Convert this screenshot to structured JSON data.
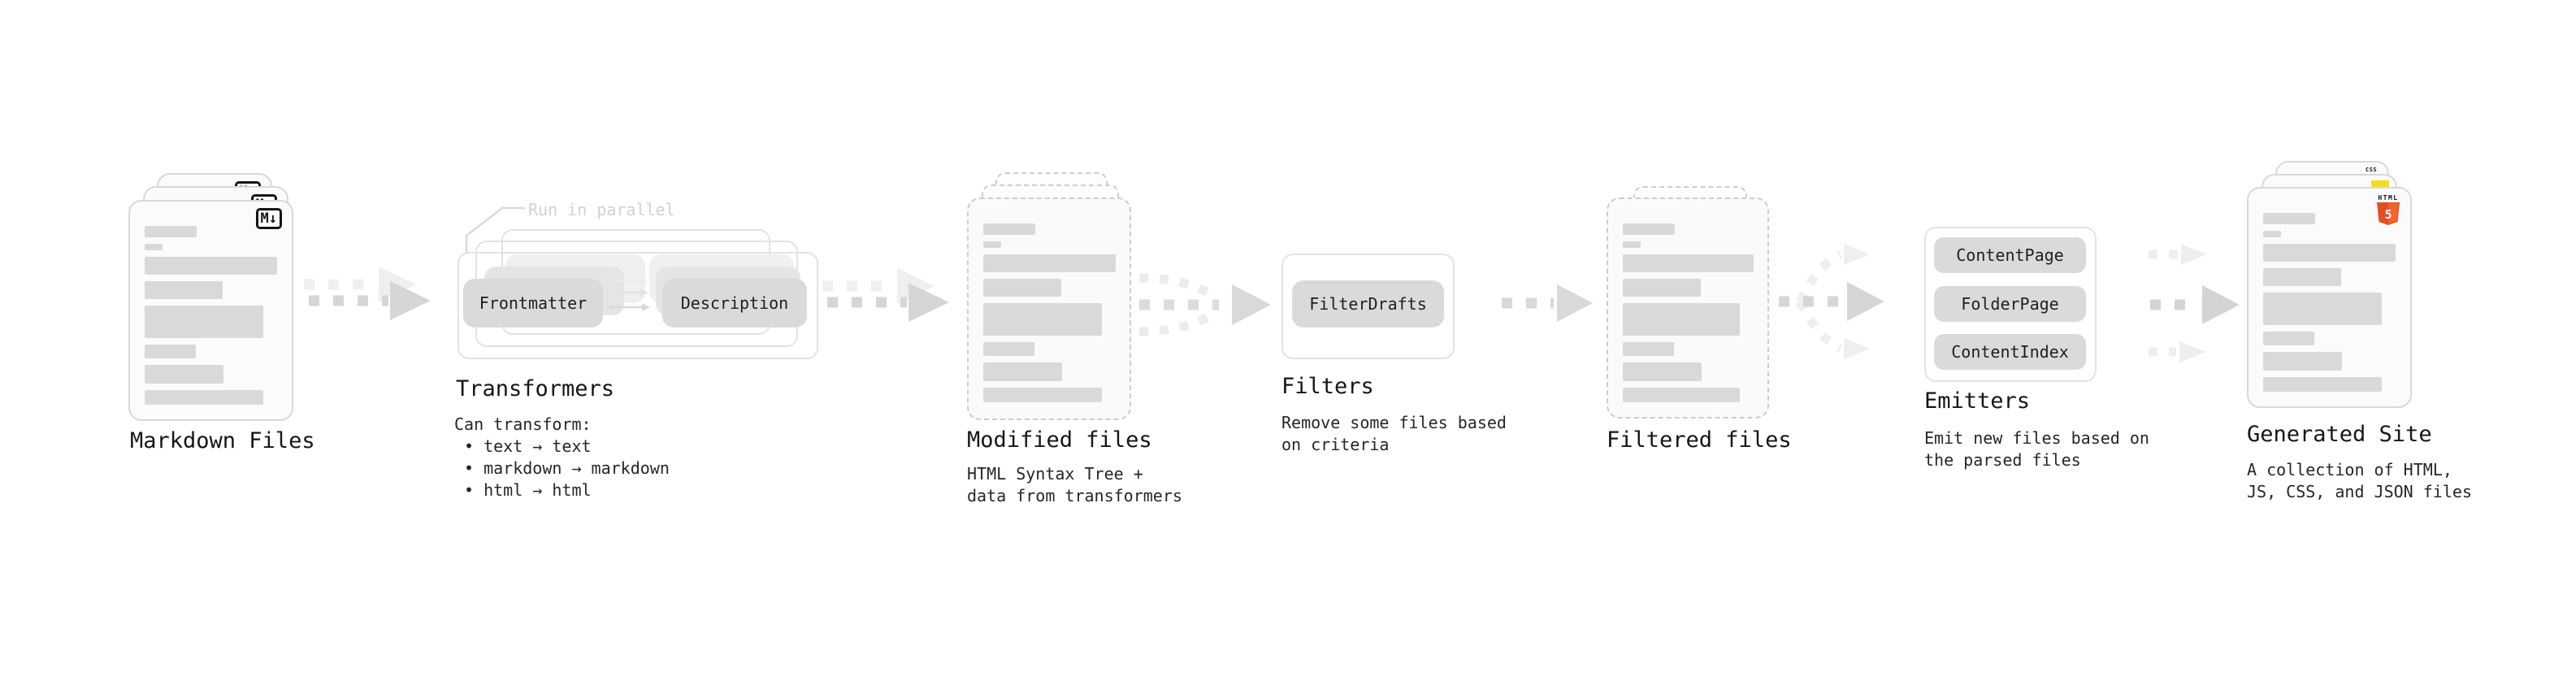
{
  "diagram": {
    "sections": {
      "markdown_files": {
        "label": "Markdown Files",
        "file_badge": "M↓"
      },
      "transformers": {
        "label": "Transformers",
        "parallel_note": "Run in parallel",
        "chip_left": "Frontmatter",
        "chip_right": "Description",
        "capabilities_heading": "Can transform:",
        "capabilities": [
          "• text → text",
          "• markdown → markdown",
          "• html → html"
        ]
      },
      "modified_files": {
        "label": "Modified files",
        "caption_line1": "HTML Syntax Tree +",
        "caption_line2": "data from transformers"
      },
      "filters": {
        "label": "Filters",
        "chip": "FilterDrafts",
        "caption_line1": "Remove some files based",
        "caption_line2": "on criteria"
      },
      "filtered_files": {
        "label": "Filtered files"
      },
      "emitters": {
        "label": "Emitters",
        "chips": [
          "ContentPage",
          "FolderPage",
          "ContentIndex"
        ],
        "caption_line1": "Emit new files based on",
        "caption_line2": "the parsed files"
      },
      "generated_site": {
        "label": "Generated Site",
        "caption_line1": "A collection of HTML,",
        "caption_line2": "JS, CSS, and JSON files",
        "css_badge": "CSS",
        "html5_badge_word": "HTML",
        "html5_badge_number": "5"
      }
    },
    "colors": {
      "html5_orange": "#e44d26",
      "html5_orange_light": "#f16529",
      "js_yellow": "#f5de19",
      "css_blue": "#2f6bf2",
      "text": "#1a1a1a",
      "placeholder_gray": "#d9d9d9",
      "arrow_gray": "#d6d6d6",
      "arrow_light_gray": "#eeeeee"
    }
  }
}
